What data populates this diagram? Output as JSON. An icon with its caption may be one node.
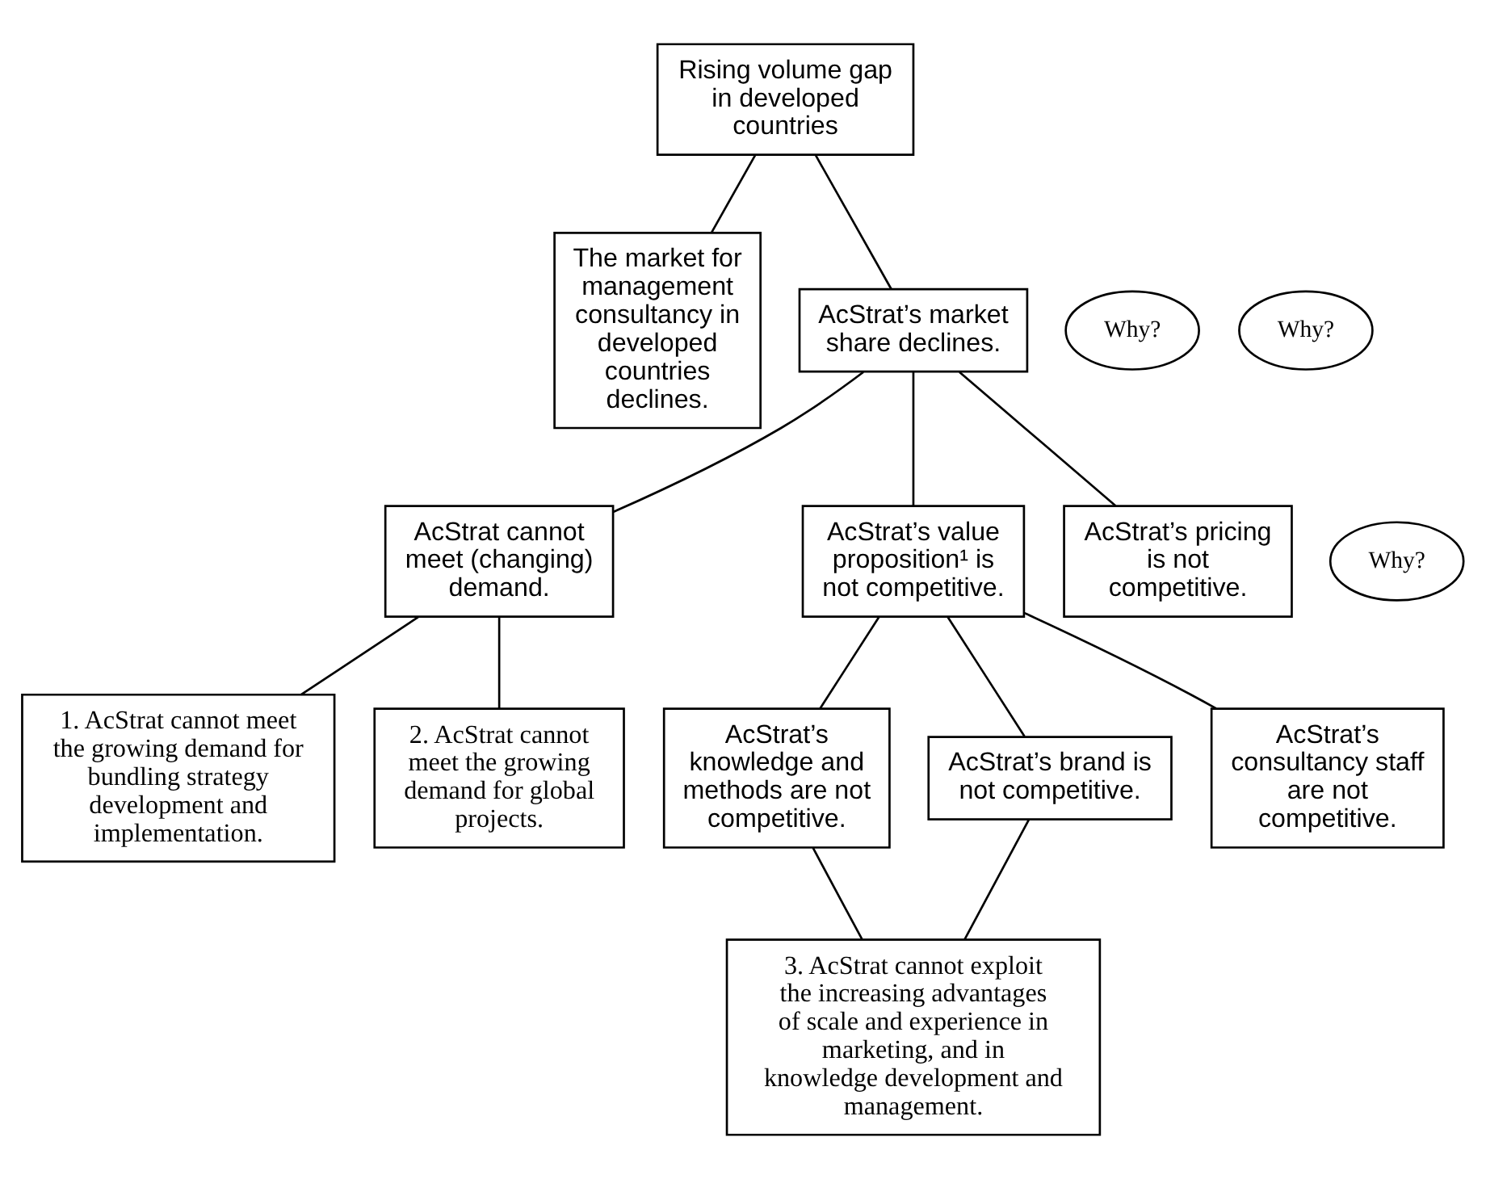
{
  "diagram": {
    "nodes": [
      {
        "text": [
          "Rising volume gap in developed countries"
        ]
      },
      {
        "text": [
          "The market for management consultancy in developed countries declines."
        ]
      },
      {
        "text": [
          "AcStrat’s market share declines."
        ]
      },
      {
        "text": [
          "AcStrat cannot meet (changing) demand."
        ]
      },
      {
        "text": [
          "AcStrat’s value proposition¹ is not competitive."
        ]
      },
      {
        "text": [
          "AcStrat’s pricing is not competitive."
        ]
      },
      {
        "text": [
          "AcStrat’s knowledge and methods are not competitive."
        ]
      },
      {
        "text": [
          "AcStrat’s brand is not competitive."
        ]
      },
      {
        "text": [
          "AcStrat’s consultancy staff are not competitive."
        ]
      },
      {
        "text": [
          "1. AcStrat cannot meet the growing demand for bundling strategy development and implementation."
        ]
      },
      {
        "text": [
          "2. AcStrat cannot meet the growing demand for global projects."
        ]
      },
      {
        "text": [
          "3. AcStrat cannot exploit the increasing advantages of scale and experience in marketing, and in knowledge development and management."
        ]
      },
      {
        "text": [
          "Why?"
        ]
      },
      {
        "text": [
          "Why?"
        ]
      },
      {
        "text": [
          "Why?"
        ]
      }
    ],
    "edges": [
      {
        "from": 0,
        "to": 1,
        "arrow": "none"
      },
      {
        "from": 0,
        "to": 2,
        "arrow": "none"
      },
      {
        "from": 2,
        "to": 3,
        "arrow": "none"
      },
      {
        "from": 2,
        "to": 4,
        "arrow": "none"
      },
      {
        "from": 2,
        "to": 5,
        "arrow": "none"
      },
      {
        "from": 4,
        "to": 6,
        "arrow": "none"
      },
      {
        "from": 4,
        "to": 7,
        "arrow": "none"
      },
      {
        "from": 4,
        "to": 8,
        "arrow": "none"
      },
      {
        "from": 3,
        "to": 9,
        "arrow": "none"
      },
      {
        "from": 3,
        "to": 10,
        "arrow": "none"
      },
      {
        "from": 6,
        "to": 11,
        "arrow": "none"
      },
      {
        "from": 7,
        "to": 11,
        "arrow": "none"
      }
    ]
  }
}
